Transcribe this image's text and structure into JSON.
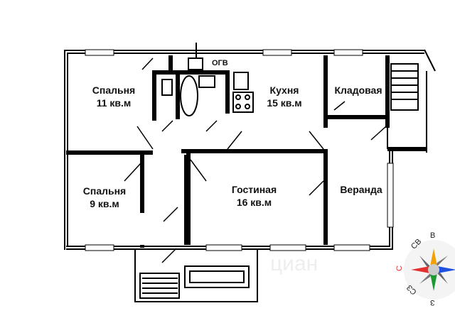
{
  "rooms": [
    {
      "name": "Спальня",
      "area": "11 кв.м"
    },
    {
      "name": "Спальня",
      "area": "9 кв.м"
    },
    {
      "name": "Кухня",
      "area": "15 кв.м"
    },
    {
      "name": "Кладовая"
    },
    {
      "name": "Гостиная",
      "area": "16 кв.м"
    },
    {
      "name": "Веранда"
    }
  ],
  "boiler_label": "ОГВ",
  "compass": {
    "n": "С",
    "ne": "СВ",
    "e": "В",
    "w": "З",
    "nw": "СЗ",
    "north_color": "#e53030"
  },
  "watermark": "циан"
}
